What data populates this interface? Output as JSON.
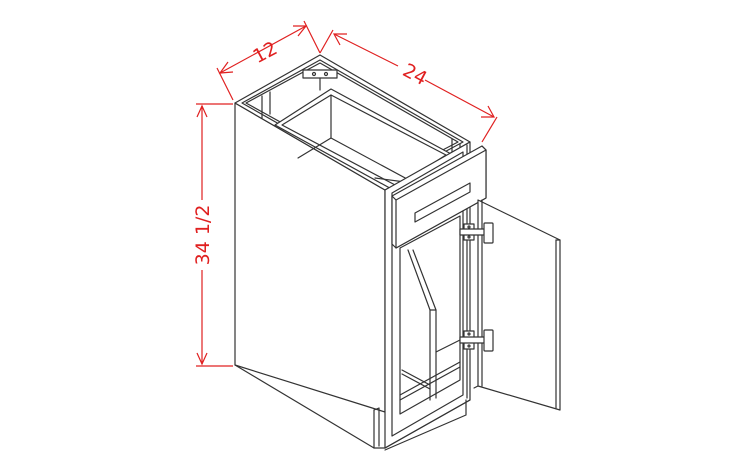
{
  "diagram": {
    "subject": "Base cabinet with single drawer, single door and tray divider",
    "line_color": "#333333",
    "dimension_color": "#e02020",
    "dimensions": {
      "depth": {
        "label": "12"
      },
      "width": {
        "label": "24"
      },
      "height": {
        "label": "34 1/2"
      }
    }
  }
}
